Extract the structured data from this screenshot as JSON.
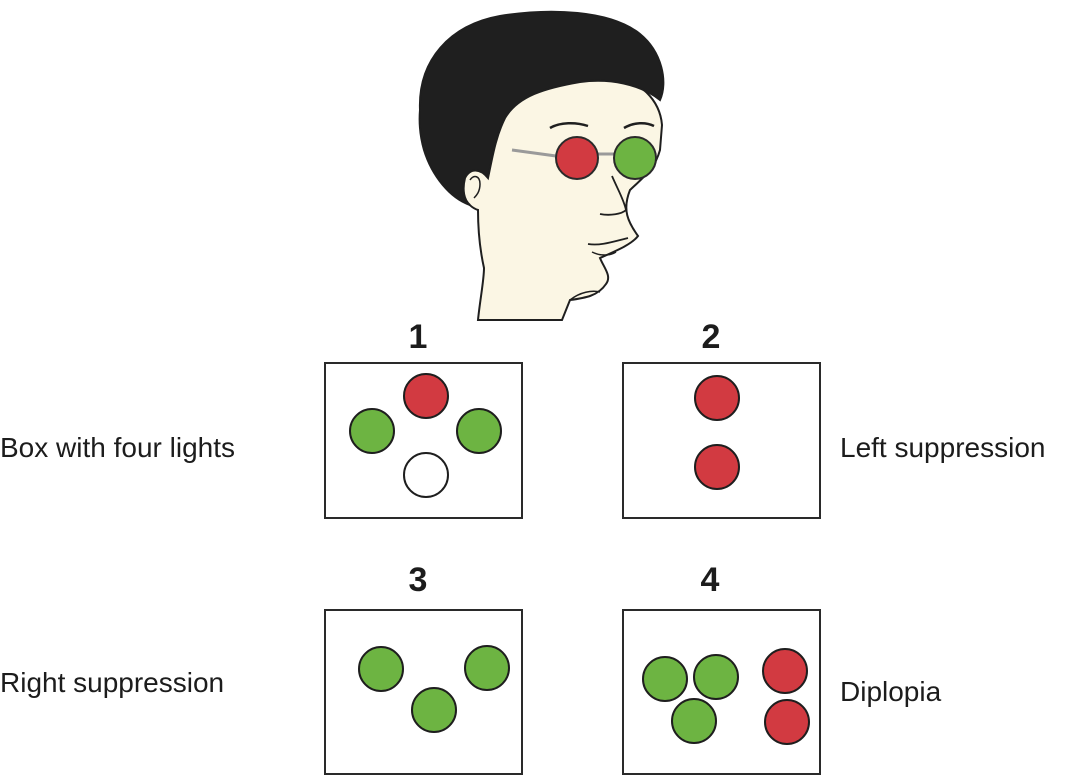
{
  "colors": {
    "red": "#d23a41",
    "green": "#6db442",
    "white": "#ffffff",
    "skin": "#fbf6e4",
    "hair": "#1f1f1f"
  },
  "labels": {
    "box_with_four_lights": "Box with four lights",
    "left_suppression": "Left suppression",
    "right_suppression": "Right suppression",
    "diplopia": "Diplopia"
  },
  "panels": [
    {
      "number": "1",
      "lights": [
        "red",
        "green",
        "green",
        "white"
      ]
    },
    {
      "number": "2",
      "lights": [
        "red",
        "red"
      ]
    },
    {
      "number": "3",
      "lights": [
        "green",
        "green",
        "green"
      ]
    },
    {
      "number": "4",
      "lights": [
        "green",
        "green",
        "green",
        "red",
        "red"
      ]
    }
  ],
  "glasses": {
    "right_eye_lens": "red",
    "left_eye_lens": "green"
  }
}
